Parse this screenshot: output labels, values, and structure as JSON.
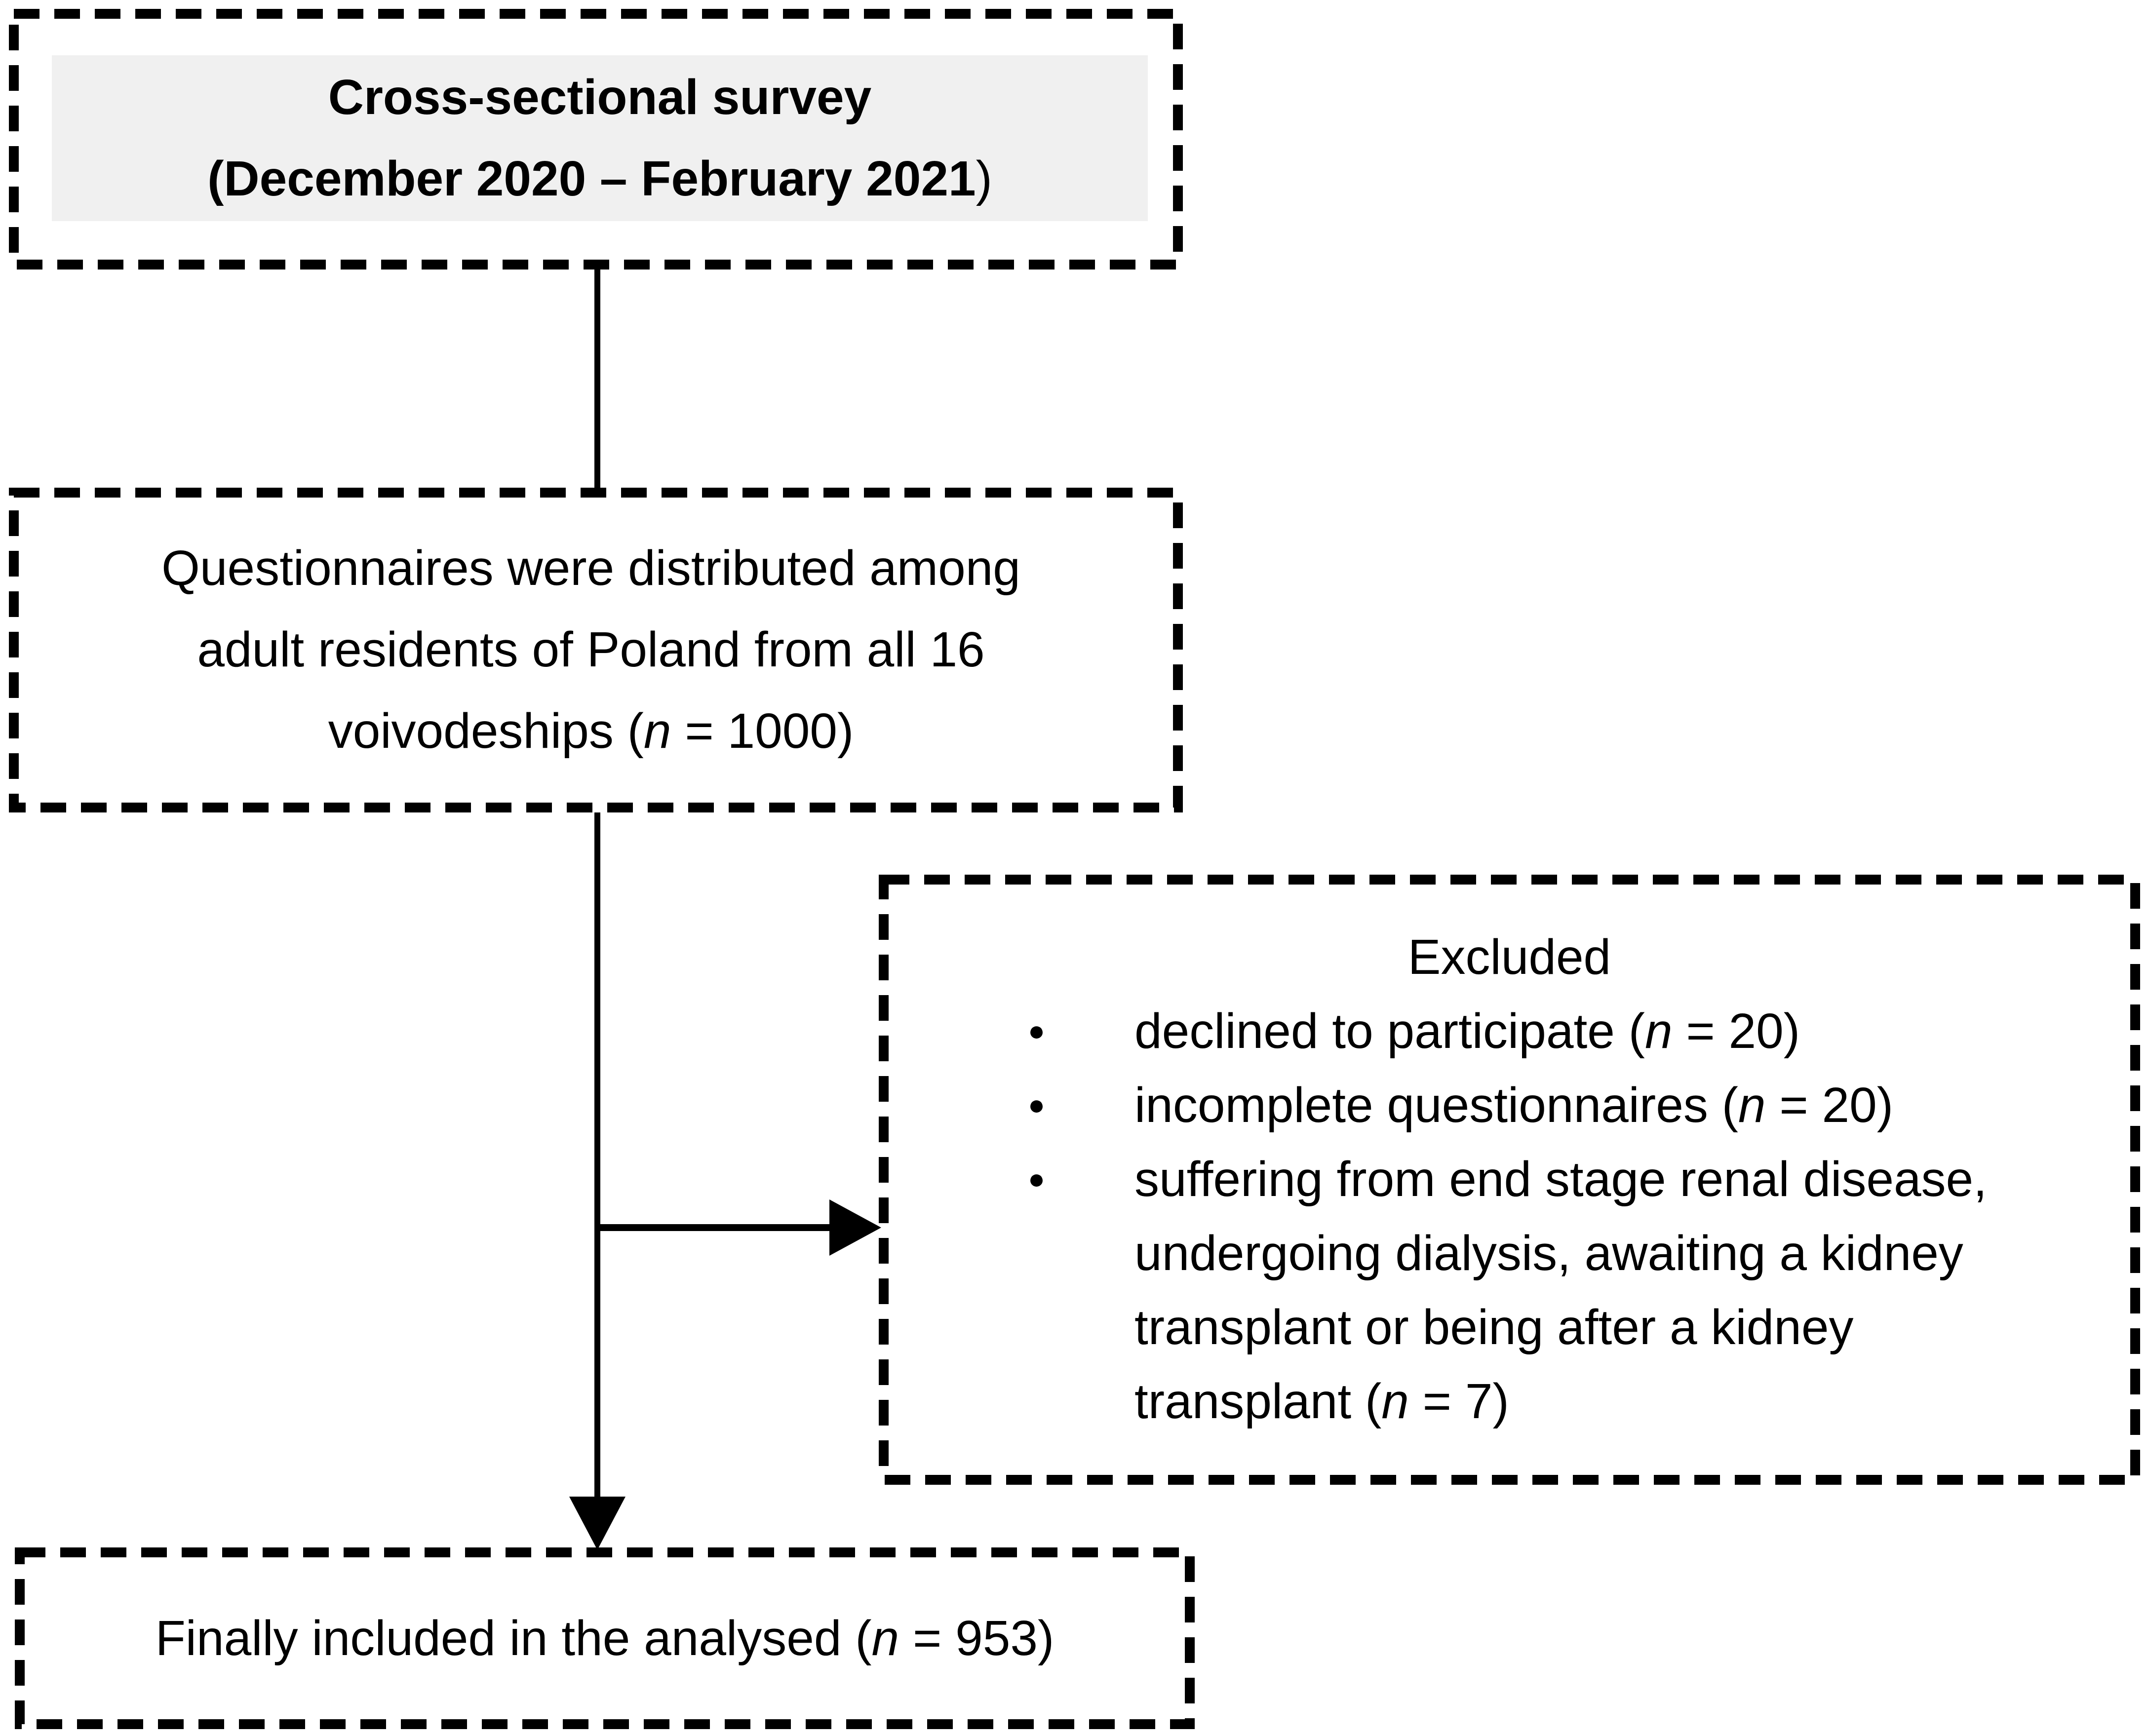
{
  "diagram": {
    "survey_box": {
      "title_line1": "Cross-sectional survey",
      "title_line2_main": "(December 2020 – February 2021",
      "title_line2_paren": ")"
    },
    "distribution_box": {
      "line1": "Questionnaires were distributed among",
      "line2": "adult residents of Poland from all 16",
      "line3_pre": "voivodeships (",
      "line3_n": "n",
      "line3_post": " = 1000)"
    },
    "excluded_box": {
      "title": "Excluded",
      "bullet1_pre": "declined to participate (",
      "bullet1_n": "n",
      "bullet1_post": " = 20)",
      "bullet2_pre": "incomplete questionnaires (",
      "bullet2_n": "n",
      "bullet2_post": " = 20)",
      "bullet3_line1": "suffering from end stage renal disease,",
      "bullet3_line2": "undergoing dialysis, awaiting a kidney",
      "bullet3_line3": "transplant or being after a kidney",
      "bullet3_line4_pre": "transplant (",
      "bullet3_line4_n": "n",
      "bullet3_line4_post": " = 7)"
    },
    "final_box": {
      "text_pre": "Finally included in the analysed (",
      "text_n": "n",
      "text_post": " = 953)"
    }
  },
  "icons": {
    "bullet": "●"
  },
  "colors": {
    "border": "#000000",
    "text": "#000000",
    "title_band_bg": "#f0f0f0",
    "background": "#ffffff"
  }
}
